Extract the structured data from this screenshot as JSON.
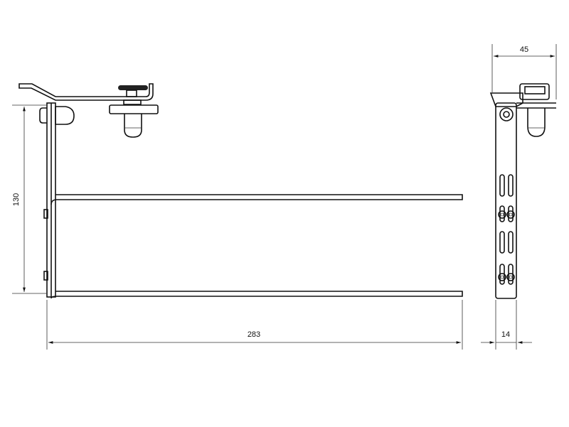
{
  "dimensions": {
    "height_left": "130",
    "length_left": "283",
    "width_right": "45",
    "thickness_right": "14"
  },
  "colors": {
    "line": "#111111",
    "background": "#ffffff"
  }
}
